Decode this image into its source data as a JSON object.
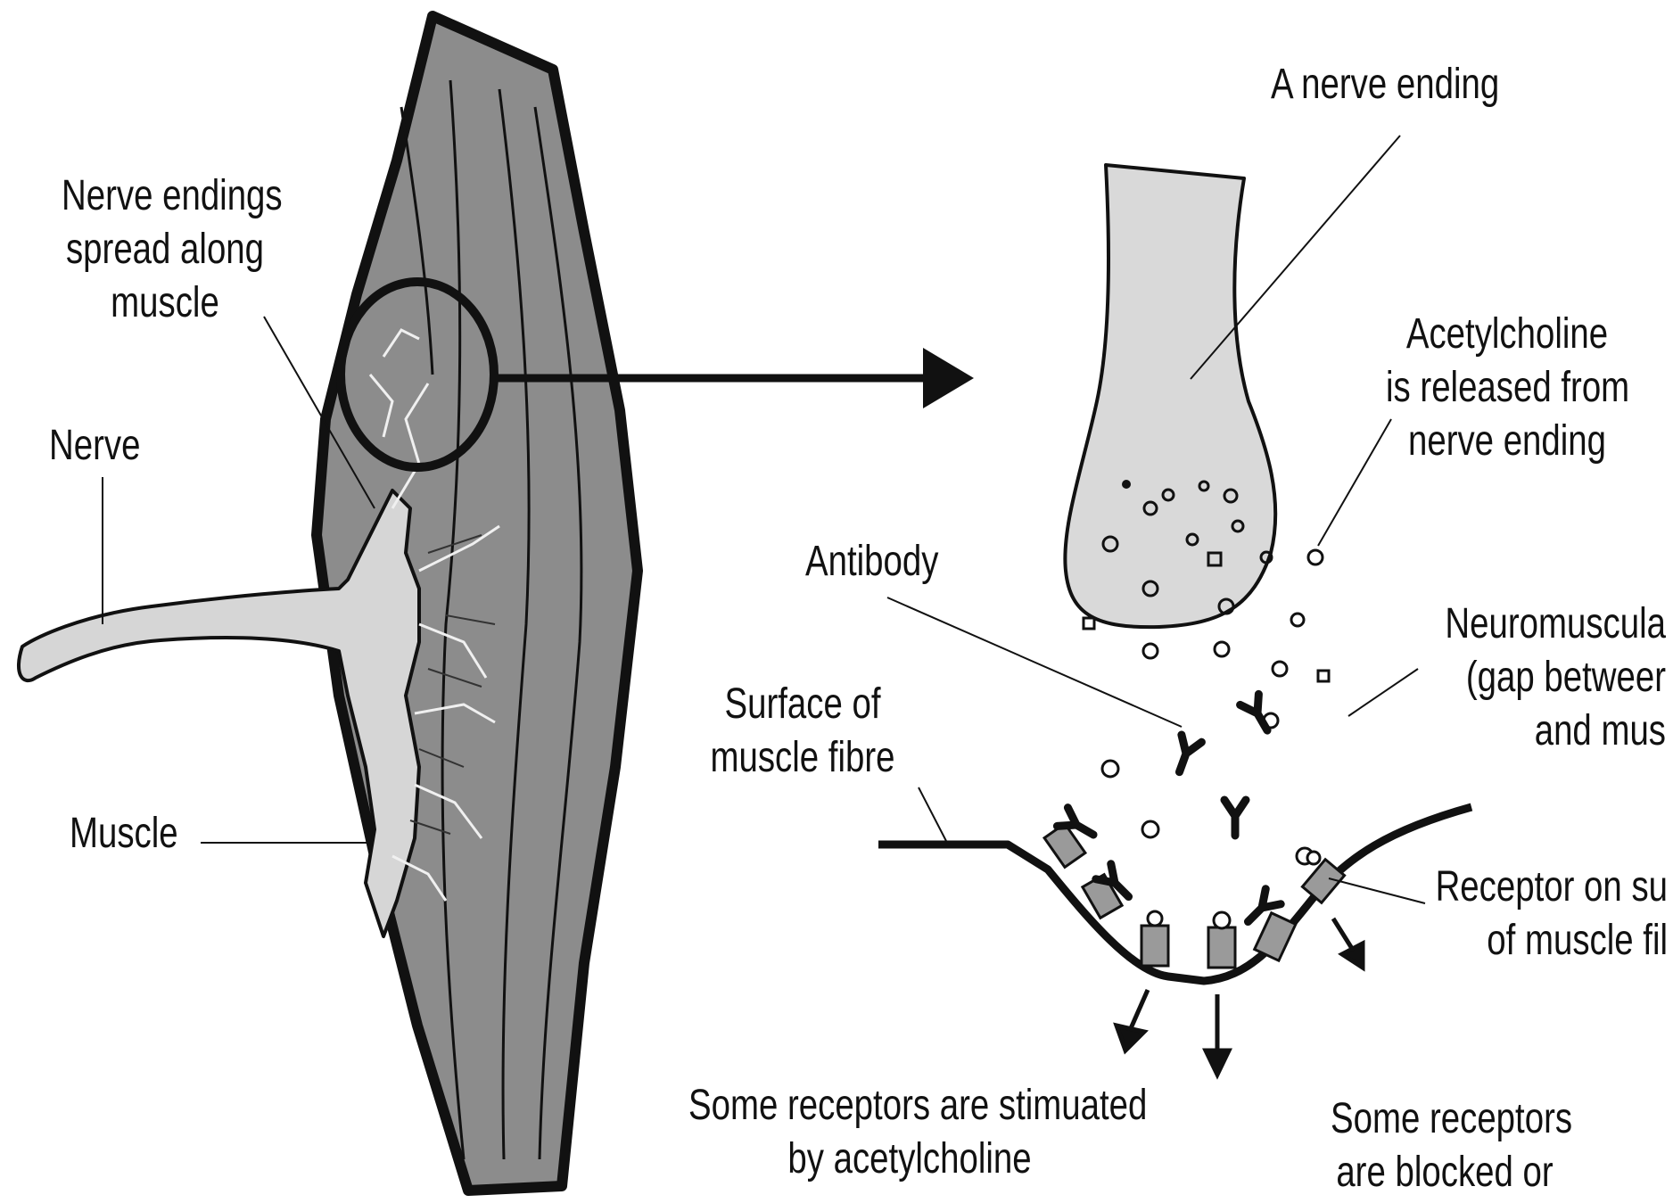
{
  "labels": {
    "nerve_endings_spread": [
      "Nerve endings",
      "spread along",
      "muscle"
    ],
    "nerve": "Nerve",
    "muscle": "Muscle",
    "a_nerve_ending": "A nerve ending",
    "acetylcholine_released": [
      "Acetylcholine",
      "is released from",
      "nerve ending"
    ],
    "antibody": "Antibody",
    "neuromuscular_junction": [
      "Neuromuscula",
      "(gap betweer",
      "and mus"
    ],
    "surface_of_muscle_fibre": [
      "Surface of",
      "muscle fibre"
    ],
    "receptor_on_surface": [
      "Receptor on su",
      "of muscle fil"
    ],
    "some_receptors_stimulated": [
      "Some receptors are stimuated",
      "by acetylcholine"
    ],
    "some_receptors_blocked": [
      "Some receptors",
      "are blocked or"
    ]
  },
  "colors": {
    "muscle_fill": "#8c8c8c",
    "nerve_fill": "#d6d6d6",
    "nerve_ending_fill": "#d9d9d9",
    "outline": "#111111",
    "receptor_fill": "#9a9a9a"
  }
}
